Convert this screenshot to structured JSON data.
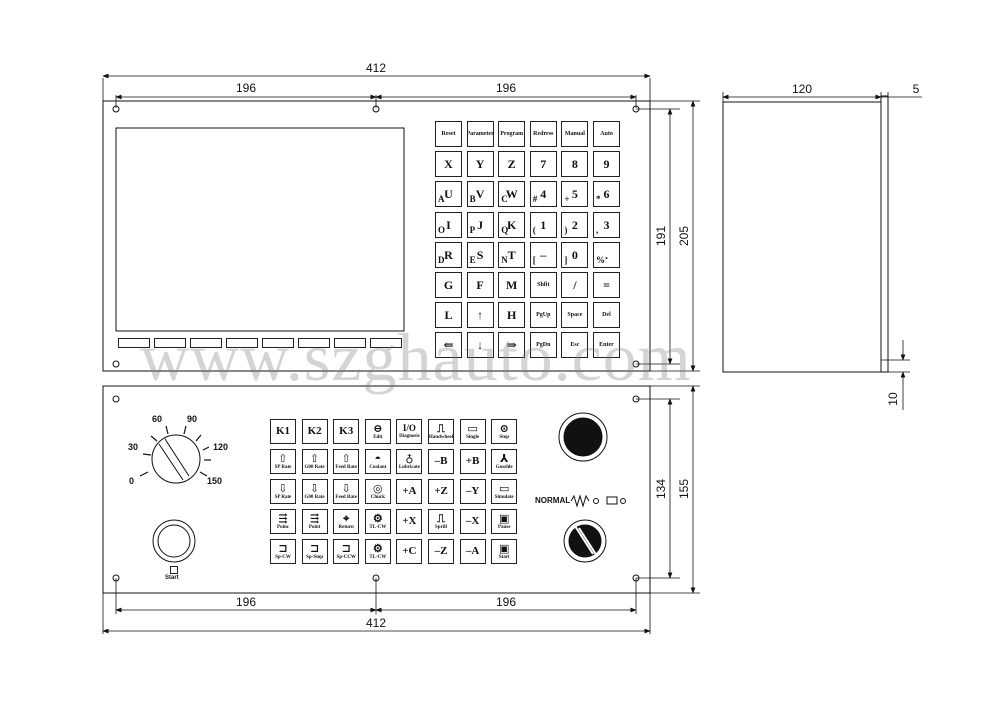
{
  "dimensions": {
    "top_total": "412",
    "top_left_half": "196",
    "top_right_half": "196",
    "top_height_inner": "191",
    "top_height_outer": "205",
    "side_width": "120",
    "side_flange": "5",
    "side_offset": "10",
    "bottom_height_inner": "134",
    "bottom_height_outer": "155",
    "bottom_left_half": "196",
    "bottom_right_half": "196",
    "bottom_total": "412"
  },
  "screen_softkeys": 8,
  "keypad": [
    [
      {
        "m": "Reset"
      },
      {
        "m": "Parameter"
      },
      {
        "m": "Program"
      },
      {
        "m": "Redress"
      },
      {
        "m": "Manual"
      },
      {
        "m": "Auto"
      }
    ],
    [
      {
        "m": "X"
      },
      {
        "m": "Y"
      },
      {
        "m": "Z"
      },
      {
        "m": "7"
      },
      {
        "m": "8"
      },
      {
        "m": "9"
      }
    ],
    [
      {
        "m": "U",
        "s": "A"
      },
      {
        "m": "V",
        "s": "B"
      },
      {
        "m": "W",
        "s": "C"
      },
      {
        "m": "4",
        "s": "#"
      },
      {
        "m": "5",
        "s": "+"
      },
      {
        "m": "6",
        "s": "*"
      }
    ],
    [
      {
        "m": "I",
        "s": "O"
      },
      {
        "m": "J",
        "s": "P"
      },
      {
        "m": "K",
        "s": "Q"
      },
      {
        "m": "1",
        "s": "("
      },
      {
        "m": "2",
        "s": ")"
      },
      {
        "m": "3",
        "s": ","
      }
    ],
    [
      {
        "m": "R",
        "s": "D"
      },
      {
        "m": "S",
        "s": "E"
      },
      {
        "m": "T",
        "s": "N"
      },
      {
        "m": "–",
        "s": "["
      },
      {
        "m": "0",
        "s": "]"
      },
      {
        "m": ".",
        "s": "%"
      }
    ],
    [
      {
        "m": "G"
      },
      {
        "m": "F"
      },
      {
        "m": "M"
      },
      {
        "m": "Shfit"
      },
      {
        "m": "/"
      },
      {
        "m": "="
      }
    ],
    [
      {
        "m": "L"
      },
      {
        "m": "↑"
      },
      {
        "m": "H"
      },
      {
        "m": "PgUp"
      },
      {
        "m": "Space"
      },
      {
        "m": "Del"
      }
    ],
    [
      {
        "m": "⇐"
      },
      {
        "m": "↓"
      },
      {
        "m": "⇒"
      },
      {
        "m": "PgDn"
      },
      {
        "m": "Esc"
      },
      {
        "m": "Enter"
      }
    ]
  ],
  "machine_keys": [
    [
      {
        "m": "K1"
      },
      {
        "m": "K2"
      },
      {
        "m": "K3"
      },
      {
        "i": "⊖",
        "c": "Edit"
      },
      {
        "m": "I/O",
        "c": "Diagnosis"
      },
      {
        "i": "⎍",
        "c": "Handwheel"
      },
      {
        "i": "▭",
        "c": "Single"
      },
      {
        "i": "⊙",
        "c": "Stop"
      }
    ],
    [
      {
        "i": "⇧",
        "c": "SP Rate"
      },
      {
        "i": "⇧",
        "c": "G00 Rate"
      },
      {
        "i": "⇧",
        "c": "Feed Rate"
      },
      {
        "i": "◓",
        "c": "Coolant"
      },
      {
        "i": "♁",
        "c": "Lubricate"
      },
      {
        "m": "–B"
      },
      {
        "m": "+B"
      },
      {
        "i": "⅄",
        "c": "Goszhle"
      }
    ],
    [
      {
        "i": "⇩",
        "c": "SP Rate"
      },
      {
        "i": "⇩",
        "c": "G00 Rate"
      },
      {
        "i": "⇩",
        "c": "Feed Rate"
      },
      {
        "i": "◎",
        "c": "Chuck"
      },
      {
        "m": "+A"
      },
      {
        "m": "+Z"
      },
      {
        "m": "–Y"
      },
      {
        "i": "▭",
        "c": "Simulate"
      }
    ],
    [
      {
        "i": "⇶",
        "c": "Poinc"
      },
      {
        "i": "⇶",
        "c": "Point"
      },
      {
        "i": "⌖",
        "c": "Return"
      },
      {
        "i": "⚙",
        "c": "TL-CW"
      },
      {
        "m": "+X"
      },
      {
        "i": "⎍",
        "c": "Sprill"
      },
      {
        "m": "–X"
      },
      {
        "i": "▣",
        "c": "Pause"
      }
    ],
    [
      {
        "i": "⊐",
        "c": "Sp-CW"
      },
      {
        "i": "⊐",
        "c": "Sp-Stop"
      },
      {
        "i": "⊐",
        "c": "Sp-CCW"
      },
      {
        "i": "⚙",
        "c": "TL-CW"
      },
      {
        "m": "+C"
      },
      {
        "m": "–Z"
      },
      {
        "m": "–A"
      },
      {
        "i": "▣",
        "c": "Start"
      }
    ]
  ],
  "dial_scale": [
    "0",
    "30",
    "60",
    "90",
    "120",
    "150"
  ],
  "start_label": "Start",
  "normal_label": "NORMAL",
  "watermark": "www.szghauto.com"
}
